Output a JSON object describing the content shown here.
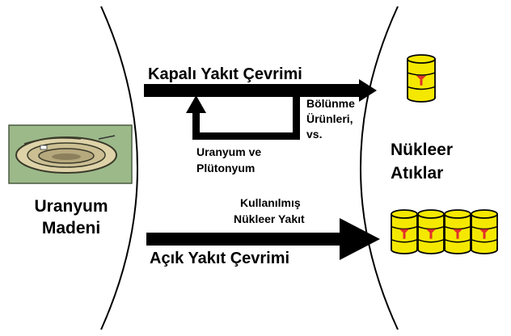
{
  "mine": {
    "label_line1": "Uranyum",
    "label_line2": "Madeni"
  },
  "closed_cycle": {
    "title": "Kapalı Yakıt Çevrimi",
    "fission_products_line1": "Bölünme",
    "fission_products_line2": "Ürünleri,",
    "fission_products_line3": "vs.",
    "recycle_line1": "Uranyum ve",
    "recycle_line2": "Plütonyum"
  },
  "open_cycle": {
    "title": "Açık Yakıt Çevrimi",
    "spent_fuel_line1": "Kullanılmış",
    "spent_fuel_line2": "Nükleer Yakıt"
  },
  "waste": {
    "label_line1": "Nükleer",
    "label_line2": "Atıklar"
  },
  "colors": {
    "barrel": "#f5e800",
    "barrel_symbol": "#e0302a",
    "mine_ground": "#8fae7d",
    "mine_rim": "#d9cfa6"
  },
  "icons": [
    "uranium-mine-icon",
    "waste-barrel-icon"
  ]
}
